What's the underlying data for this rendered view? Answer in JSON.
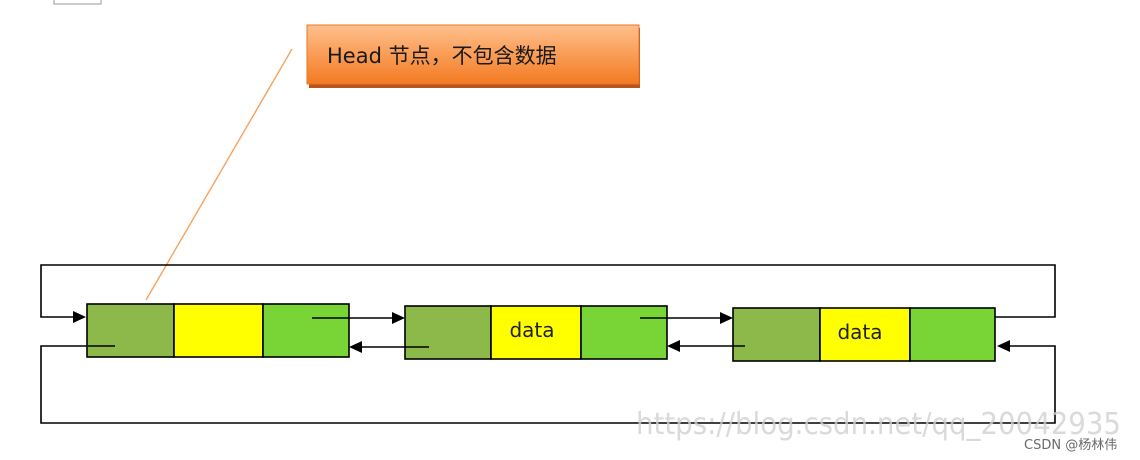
{
  "callout": {
    "text": "Head 节点，不包含数据"
  },
  "nodes": [
    {
      "data": ""
    },
    {
      "data": "data"
    },
    {
      "data": "data"
    }
  ],
  "colors": {
    "prev_field": "#8db84a",
    "data_field": "#ffff00",
    "next_field": "#79d535",
    "callout_top": "#ffb47a",
    "callout_bottom": "#f47f2a",
    "leader_line": "#f7a25e",
    "connector": "#000000"
  },
  "watermark": {
    "url": "https://blog.csdn.net/qq_20042935",
    "author": "CSDN @杨林伟"
  }
}
